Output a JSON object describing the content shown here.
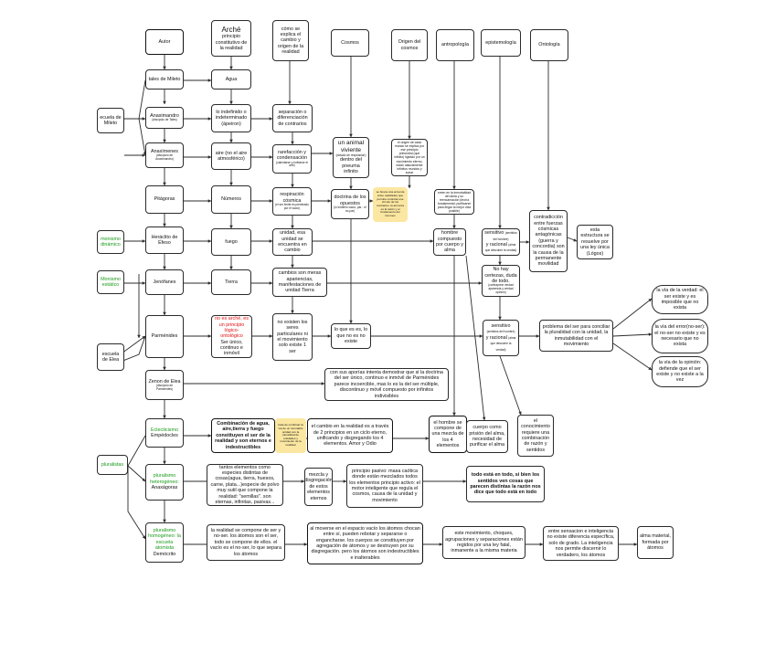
{
  "nodes": [
    {
      "id": "autor",
      "text": "Autor"
    },
    {
      "id": "arche",
      "text": "Arché",
      "sub": "principio constitutivo de la realidad"
    },
    {
      "id": "como",
      "text": "cómo se explica el cambio y origen de la realidad"
    },
    {
      "id": "cosmos",
      "text": "Cosmos"
    },
    {
      "id": "origen",
      "text": "Origen del cosmos"
    },
    {
      "id": "antropologia",
      "text": "antropología"
    },
    {
      "id": "epistemologia",
      "text": "epistemología"
    },
    {
      "id": "ontologia",
      "text": "Ontología"
    },
    {
      "id": "tales",
      "text": "tales de Mileto"
    },
    {
      "id": "agua",
      "text": "Agua"
    },
    {
      "id": "escuela_mileto",
      "text": "ecuela de Mileto"
    },
    {
      "id": "anaximandro",
      "text": "Anaximandro",
      "sub": "(discípulo de Tales)"
    },
    {
      "id": "indefinido",
      "text": "lo indefinido o indeterminado (ápeiron)"
    },
    {
      "id": "separacion",
      "text": "separación o diferenciación de contrarios"
    },
    {
      "id": "anaximenes",
      "text": "Anaxímenes",
      "sub": "(discípulo de Anaximandro)"
    },
    {
      "id": "aire",
      "text": "aire (no el aire atmosférico)"
    },
    {
      "id": "rarefaccion",
      "text": "rarefacción y condensación",
      "sub": "(calentarse y enfriarse el aire)"
    },
    {
      "id": "animal",
      "text": "un animal viviente",
      "sub": "(dotado de respiración)",
      "text2": "dentro del pneuma infinito"
    },
    {
      "id": "origen_agua",
      "text": "el origen de cada mundo se explica por ese principio primordial (que infinito) ligeado por un movimiento eterno, están naturalmente infinitos mundos y sonar"
    },
    {
      "id": "pitagoras",
      "text": "Pitágoras"
    },
    {
      "id": "numeros",
      "text": "Números"
    },
    {
      "id": "respiracion",
      "text": "respiración cósmica",
      "sub": "(el ser límite es penetrado por el vacío)"
    },
    {
      "id": "doctrina",
      "text": "doctrina de los opuestos",
      "sub": "(lo límite/lo vacío, par - el no-par)"
    },
    {
      "id": "armonia",
      "text": "se busca una armonía entre realidades que permite controlar ese círculo de los contrarios, la armonía es la razón y el fundamento del Cosmos"
    },
    {
      "id": "alma_inmortal",
      "text": "creen en la inmortalidad del alma y su reencarnación (teoría fundamental; purificarse para llegar la mejor vida posible)"
    },
    {
      "id": "contradiccion",
      "text": "contradicción entre fuerzas cósmicas antagónicas (guerra y concordia) son la causa de la permanente movilidad"
    },
    {
      "id": "estructura",
      "text": "esta estructura se resuelve por una ley única (Lógos)"
    },
    {
      "id": "monismo_dinamico",
      "text": "monismo dinámico"
    },
    {
      "id": "heraclito",
      "text": "Heráclito de Éfeso"
    },
    {
      "id": "fuego",
      "text": "fuego"
    },
    {
      "id": "unidad",
      "text": "todo es una unidad, esa unidad se encuentra en cambio permanente"
    },
    {
      "id": "hombre_compuesto",
      "text": "hombre compuesto por cuerpo y alma"
    },
    {
      "id": "sensitivo1",
      "text": "sensitivo",
      "sub1": "(sentidos del hombre)",
      "text2": "y racional",
      "sub2": "(alma que descubre la verdad)"
    },
    {
      "id": "monismo_estatico",
      "text": "Monismo estático"
    },
    {
      "id": "jenofanes",
      "text": "Jenófanes"
    },
    {
      "id": "tierra",
      "text": "Tierra"
    },
    {
      "id": "cambios",
      "text": "cambios son meras apariencias, manifestaciones de unidad Tierra"
    },
    {
      "id": "no_hay",
      "text": "No hay certezas, duda de todo.",
      "sub": "(contrapone verdad aparencia y verdad opinión)"
    },
    {
      "id": "via_verdad",
      "text": "la vía de la verdad: el ser existe y es imposible que no exista"
    },
    {
      "id": "escuela_elea",
      "text": "escuela de Elea"
    },
    {
      "id": "parmenides",
      "text": "Parménides"
    },
    {
      "id": "no_arche",
      "text": "no es arché, es un principio lógico-ontológico",
      "text2": "Ser único, continuo e inmóvil"
    },
    {
      "id": "no_existen",
      "text": "no existen los seres particulares ni el movimiento solo existe 1 ser"
    },
    {
      "id": "lo_que_es",
      "text": "lo que es es, lo que no es no existe"
    },
    {
      "id": "sensitivo2",
      "text": "sensitivo",
      "sub1": "(sentidos del hombre)",
      "text2": "y racional",
      "sub2": "(alma que descubre la verdad)"
    },
    {
      "id": "problema",
      "text": "problema del ser para conciliar la pluralidad con la unidad, la inmutabilidad con el movimiento"
    },
    {
      "id": "via_error",
      "text": "la vía del error(no-ser): el no-ser no existe y es necesario que no exista"
    },
    {
      "id": "zenon",
      "text": "Zenon de Elea",
      "sub": "(discípulo de Parménides)"
    },
    {
      "id": "aporias",
      "text": "con sus aporías intenta demostrar que si la doctrina del ser único, continuo e inmóvil de Parménides parece incoercible, mas lo es la del ser múltiple, discontinuo y móvil compuesto por infinitos indivisibles"
    },
    {
      "id": "via_opinion",
      "text": "la vía de la opinión: defiende que el ser existe y no existe a la vez"
    },
    {
      "id": "eclecticismo",
      "text": "Eclecticismo"
    },
    {
      "id": "empedocles",
      "text": "Empédocles"
    },
    {
      "id": "combinacion",
      "text": "Combinación de agua, aire,tierra y fuego constituyen el ser de la realidad y son eternos e indestructibles"
    },
    {
      "id": "amor_odio_note",
      "text": "trata de combinar la vía de un inmutable unidad con la pluralidad de entidades y movimiento de la realidad"
    },
    {
      "id": "cambio_realidad",
      "text": "el cambio en la realidad es a través de 2 principios en un ciclo eterno, unificando y disgregando los 4 elementos. Amor y Odio"
    },
    {
      "id": "hombre_mezcla",
      "text": "el hombre se compone de una mezcla de los 4 elementos"
    },
    {
      "id": "cuerpo_prision",
      "text": "cuerpo como prisión del alma, necesidad de purificar el alma"
    },
    {
      "id": "conocimiento",
      "text": "el conocimiento requiere una combinación de razón y sentidos"
    },
    {
      "id": "pluralistas",
      "text": "pluralistas"
    },
    {
      "id": "pluralismo_het",
      "text": "pluralismo heterogéneo:",
      "text2": "Anaxágoras"
    },
    {
      "id": "tantos",
      "text": "tantos elementos como especies distintas de cosas(agua, tierra, huesos, carne, plata...)especie de polvo muy sutil que compone la realidad: \"semillas\". son eternas, infinitas, pasivas..."
    },
    {
      "id": "mezcla",
      "text": "mezcla y disgregación de estos elementos eternos"
    },
    {
      "id": "principio_pasivo",
      "text": "principio pasivo: masa caótica donde están mezclados todos los elementos principio activo: el motor inteligente que regula el cosmos, causa de la unidad y movimiento"
    },
    {
      "id": "todo_esta",
      "text": "todo está en todo, si bien los sentidos ven cosas que parecen distintas la razón nos dice que todo está en todo"
    },
    {
      "id": "pluralismo_hom",
      "text": "pluralismo homogéneo: la escuela atomista",
      "text2": "Demócrito"
    },
    {
      "id": "realidad_ser",
      "text": "la realidad se compone de ser y no-ser. los átomos son el ser, todo se compone de ellos. el vacío es el no-ser, lo que separa los átomos"
    },
    {
      "id": "al_moverse",
      "text": "al moverse en el espacio vacío los átomos chocan entre sí, pueden rebotar y separarse o engancharse. los cuerpos se constituyen por agregación de átomos y se destruyen por su disgregación. pero los átomos son indestructibles e inalterables"
    },
    {
      "id": "este_movimiento",
      "text": "este movimiento, choques, agrupaciones y separaciones están regidos por una ley fatal, inmanente a la misma materia"
    },
    {
      "id": "entre_sensacion",
      "text": "entre sensacion e inteligencia no existe diferencia específica, solo de grado. La inteligencia nos permite discernir lo verdadero, los átomos"
    },
    {
      "id": "alma_material",
      "text": "alma material, formada por átomos"
    }
  ]
}
